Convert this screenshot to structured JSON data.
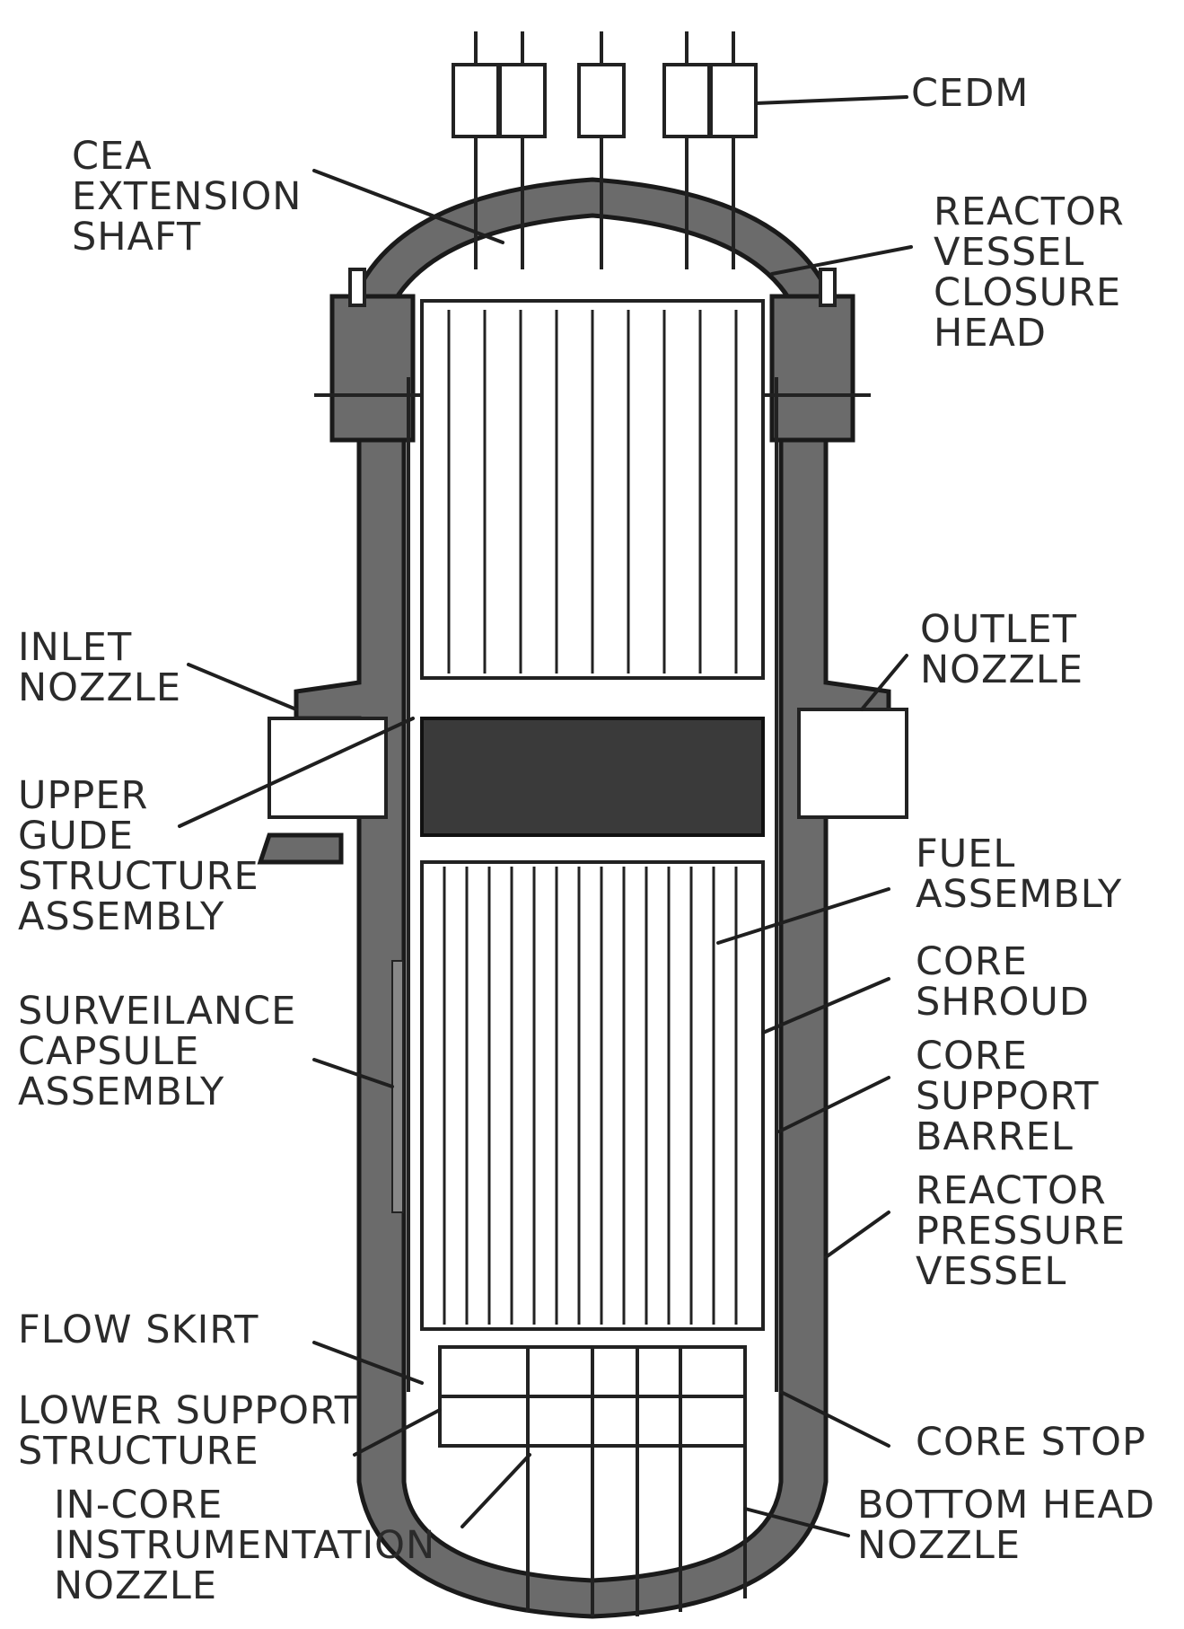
{
  "labels": {
    "cedm": [
      "CEDM"
    ],
    "cea_shaft": [
      "CEA",
      "EXTENSION",
      "SHAFT"
    ],
    "closure_head": [
      "REACTOR",
      "VESSEL",
      "CLOSURE",
      "HEAD"
    ],
    "inlet_nozzle": [
      "INLET",
      "NOZZLE"
    ],
    "outlet_nozzle": [
      "OUTLET",
      "NOZZLE"
    ],
    "upper_guide": [
      "UPPER",
      "GUDE",
      "STRUCTURE",
      "ASSEMBLY"
    ],
    "fuel_assembly": [
      "FUEL",
      "ASSEMBLY"
    ],
    "core_shroud": [
      "CORE",
      "SHROUD"
    ],
    "surveillance": [
      "SURVEILANCE",
      "CAPSULE",
      "ASSEMBLY"
    ],
    "core_support_barrel": [
      "CORE",
      "SUPPORT",
      "BARREL"
    ],
    "pressure_vessel": [
      "REACTOR",
      "PRESSURE",
      "VESSEL"
    ],
    "flow_skirt": [
      "FLOW SKIRT"
    ],
    "lower_support": [
      "LOWER SUPPORT",
      "STRUCTURE"
    ],
    "core_stop": [
      "CORE STOP"
    ],
    "incore_nozzle": [
      "IN-CORE",
      "INSTRUMENTATION",
      "NOZZLE"
    ],
    "bottom_head_nozzle": [
      "BOTTOM HEAD",
      "NOZZLE"
    ]
  },
  "colors": {
    "line": "#1f1f1f",
    "wall": "#6b6b6b",
    "text": "#2b2b2b",
    "background": "#ffffff"
  }
}
